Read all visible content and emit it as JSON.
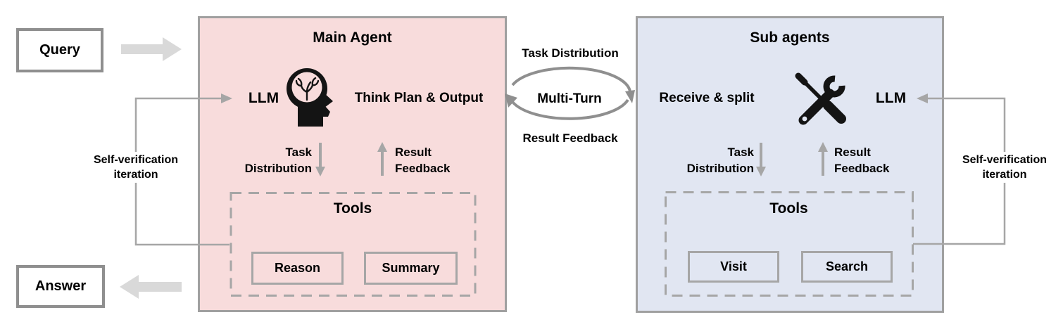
{
  "colors": {
    "main_agent_fill": "#f8dcdc",
    "sub_agents_fill": "#e1e6f2",
    "agent_border": "#a0a0a0",
    "io_box_border": "#8f8f8f",
    "line_gray": "#a6a6a6",
    "block_arrow_gray": "#d9d9d9",
    "cycle_gray": "#8f8f8f"
  },
  "io": {
    "query": "Query",
    "answer": "Answer"
  },
  "main_agent": {
    "title": "Main Agent",
    "llm": "LLM",
    "icon": "brain-head-icon",
    "process": "Think Plan & Output",
    "down_flow": [
      "Task",
      "Distribution"
    ],
    "up_flow": [
      "Result",
      "Feedback"
    ],
    "tools_title": "Tools",
    "tools": [
      "Reason",
      "Summary"
    ]
  },
  "sub_agents": {
    "title": "Sub agents",
    "llm": "LLM",
    "icon": "crossed-tools-icon",
    "process": "Receive & split",
    "down_flow": [
      "Task",
      "Distribution"
    ],
    "up_flow": [
      "Result",
      "Feedback"
    ],
    "tools_title": "Tools",
    "tools": [
      "Visit",
      "Search"
    ]
  },
  "interaction": {
    "top": "Task Distribution",
    "center": "Multi-Turn",
    "bottom": "Result Feedback"
  },
  "self_verification": {
    "line1": "Self-verification",
    "line2": "iteration"
  }
}
